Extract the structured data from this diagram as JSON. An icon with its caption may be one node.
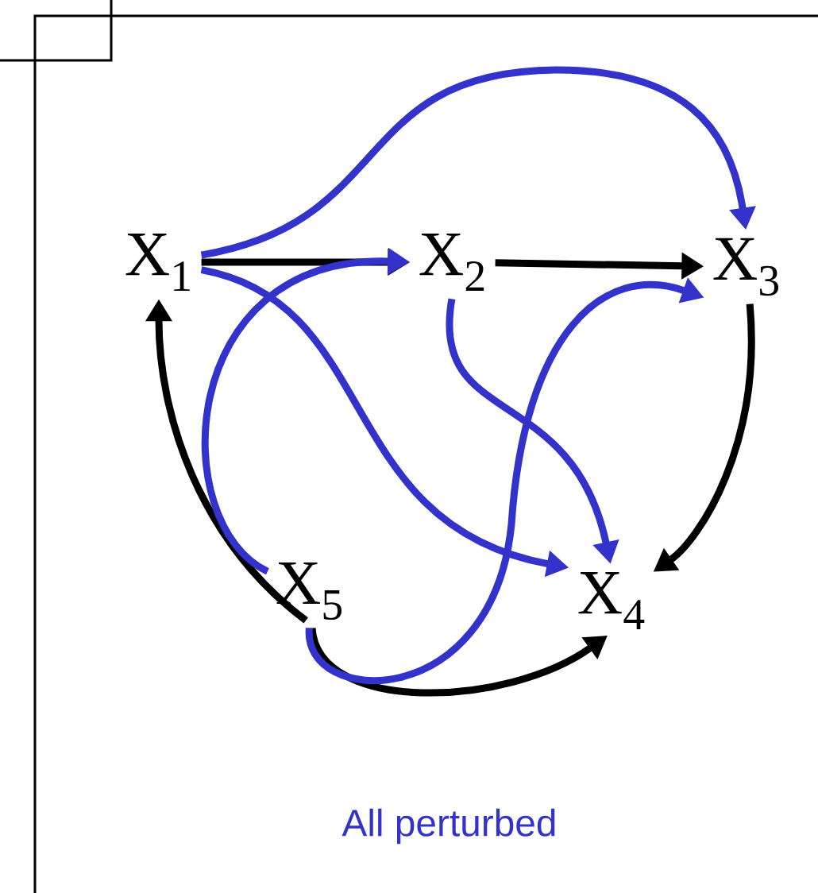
{
  "diagram": {
    "caption": "All perturbed",
    "nodes": [
      {
        "text": [
          "X$_{1}$"
        ]
      },
      {
        "text": [
          "X$_{2}$"
        ]
      },
      {
        "text": [
          "X$_{3}$"
        ]
      },
      {
        "text": [
          "X$_{4}$"
        ]
      },
      {
        "text": [
          "X$_{5}$"
        ]
      }
    ],
    "edges": [
      {
        "from": 0,
        "to": 1,
        "arrow": "to",
        "color": "#000000"
      },
      {
        "from": 1,
        "to": 2,
        "arrow": "to",
        "color": "#000000"
      },
      {
        "from": 2,
        "to": 3,
        "arrow": "to",
        "color": "#000000"
      },
      {
        "from": 4,
        "to": 3,
        "arrow": "to",
        "color": "#000000"
      },
      {
        "from": 4,
        "to": 0,
        "arrow": "to",
        "color": "#000000"
      },
      {
        "from": 0,
        "to": 2,
        "arrow": "to",
        "color": "#3333cc"
      },
      {
        "from": 4,
        "to": 1,
        "arrow": "to",
        "color": "#3333cc"
      },
      {
        "from": 0,
        "to": 3,
        "arrow": "to",
        "color": "#3333cc"
      },
      {
        "from": 1,
        "to": 3,
        "arrow": "to",
        "color": "#3333cc"
      },
      {
        "from": 4,
        "to": 2,
        "arrow": "to",
        "color": "#3333cc"
      }
    ]
  }
}
